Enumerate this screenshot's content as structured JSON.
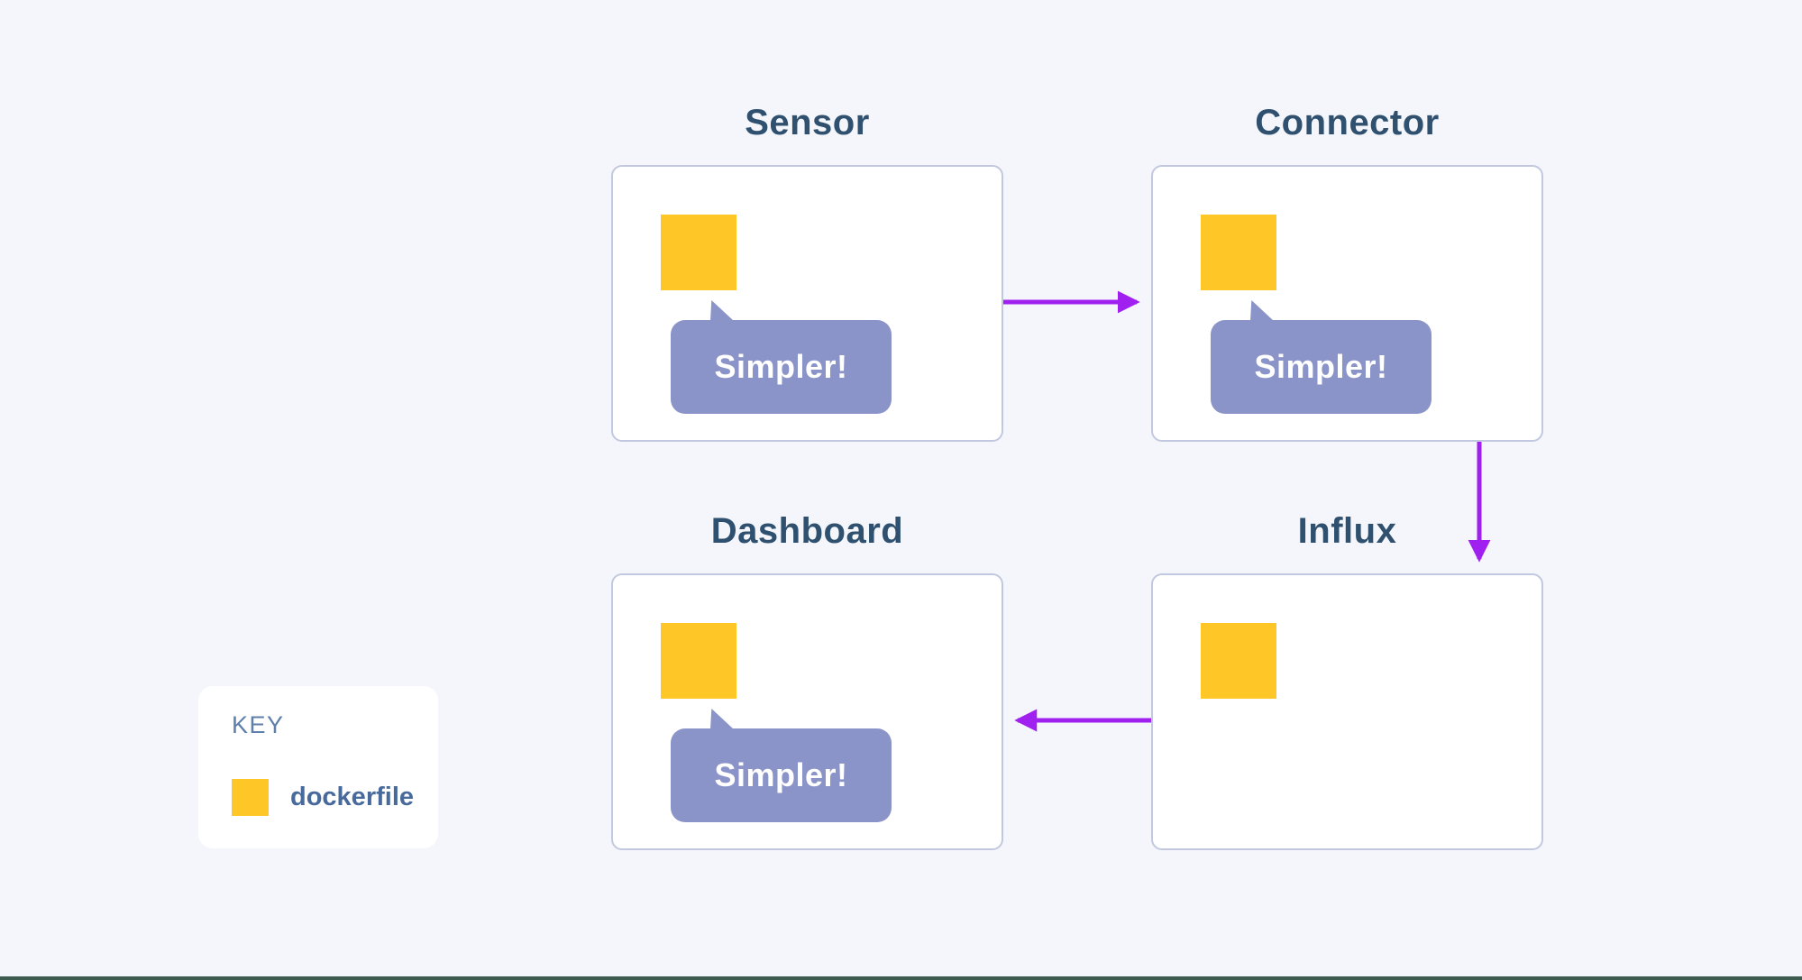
{
  "diagram": {
    "nodes": {
      "sensor": {
        "title": "Sensor",
        "bubble": "Simpler!",
        "icon": "dockerfile"
      },
      "connector": {
        "title": "Connector",
        "bubble": "Simpler!",
        "icon": "dockerfile"
      },
      "dashboard": {
        "title": "Dashboard",
        "bubble": "Simpler!",
        "icon": "dockerfile"
      },
      "influx": {
        "title": "Influx",
        "icon": "dockerfile"
      }
    },
    "edges": [
      {
        "from": "sensor",
        "to": "connector",
        "direction": "right"
      },
      {
        "from": "connector",
        "to": "influx",
        "direction": "down"
      },
      {
        "from": "influx",
        "to": "dashboard",
        "direction": "left"
      }
    ]
  },
  "legend": {
    "title": "KEY",
    "items": [
      {
        "icon": "dockerfile-swatch",
        "label": "dockerfile",
        "color": "#FFC627"
      }
    ]
  },
  "colors": {
    "background": "#F4F6FB",
    "node_background": "#FFFFFF",
    "node_border": "#C2C8DF",
    "node_title_text": "#2F506E",
    "dockerfile_yellow": "#FFC627",
    "bubble_background": "#8B94C8",
    "bubble_text": "#FFFFFF",
    "arrow_purple": "#A020F0",
    "legend_title_text": "#5E7EAC",
    "legend_label_text": "#47699B",
    "bottom_edge_line": "#3D5B4F"
  }
}
